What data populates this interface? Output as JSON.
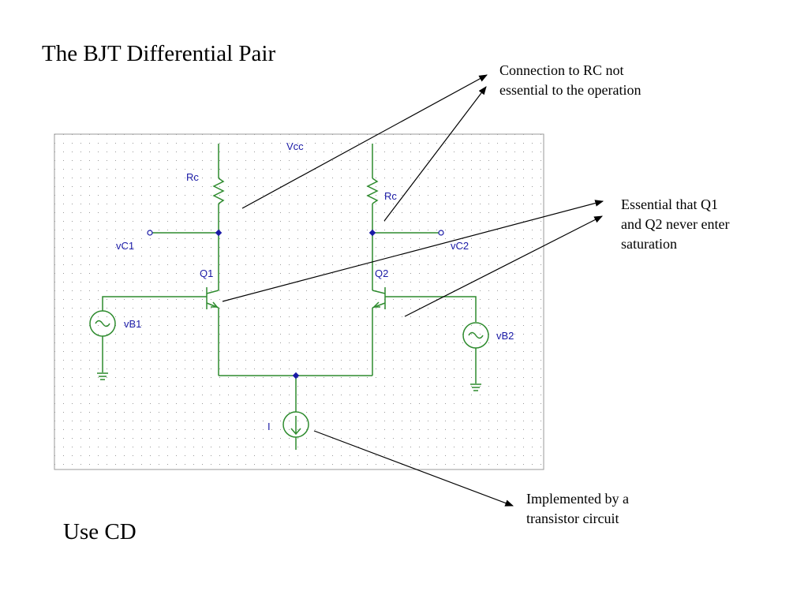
{
  "slide": {
    "title": "The BJT Differential Pair",
    "footer": "Use CD"
  },
  "annotations": {
    "rc_connection": [
      "Connection to RC not",
      "essential to the operation"
    ],
    "saturation": [
      "Essential that Q1",
      "and Q2 never enter",
      "saturation"
    ],
    "current_source": [
      "Implemented by a",
      "transistor circuit"
    ]
  },
  "schematic": {
    "labels": {
      "vcc": "Vcc",
      "rc_left": "Rc",
      "rc_right": "Rc",
      "vc1": "vC1",
      "vc2": "vC2",
      "q1": "Q1",
      "q2": "Q2",
      "vb1": "vB1",
      "vb2": "vB2",
      "current": "I"
    },
    "colors": {
      "wire": "#2e8b2e",
      "label": "#1a1aa6",
      "grid": "#9a9a9a",
      "node": "#1a1aa6"
    }
  }
}
